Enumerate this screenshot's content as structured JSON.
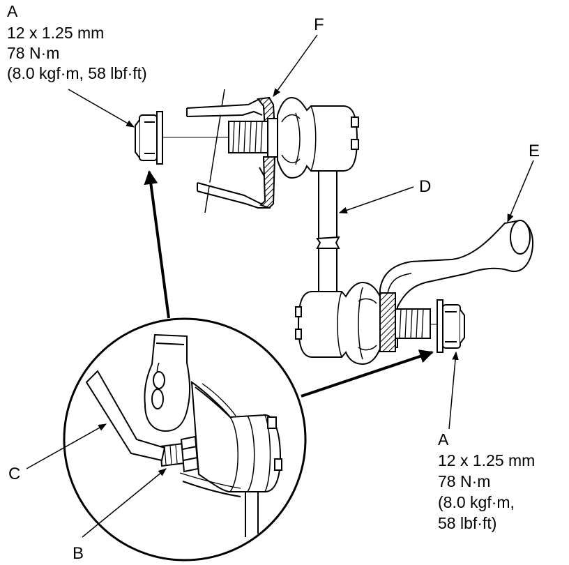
{
  "callouts": {
    "top_left": {
      "letter": "A",
      "thread": "12 x 1.25 mm",
      "torque_nm": "78 N·m",
      "torque_alt": "(8.0 kgf·m, 58 lbf·ft)"
    },
    "bottom_right": {
      "letter": "A",
      "thread": "12 x 1.25 mm",
      "torque_nm": "78 N·m",
      "torque_alt_1": "(8.0 kgf·m,",
      "torque_alt_2": "58 lbf·ft)"
    }
  },
  "part_labels": {
    "b": "B",
    "c": "C",
    "d": "D",
    "e": "E",
    "f": "F"
  }
}
